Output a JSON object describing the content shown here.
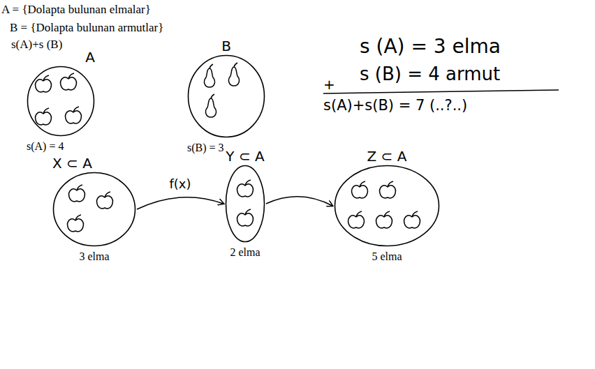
{
  "diagram": {
    "nodes": [
      {
        "text": [
          "A",
          "s(A) = 4"
        ]
      },
      {
        "text": [
          "B",
          "s(B) = 3"
        ]
      },
      {
        "text": [
          "X ⊂ A",
          "3 elma"
        ]
      },
      {
        "text": [
          "Y ⊂ A",
          "2 elma"
        ]
      },
      {
        "text": [
          "Z ⊂ A",
          "5 elma"
        ]
      }
    ],
    "edges": [
      {
        "from": 2,
        "to": 3,
        "arrow": "to",
        "label": "f(x)"
      },
      {
        "from": 3,
        "to": 4,
        "arrow": "to"
      }
    ],
    "labels": [
      "A = {Dolapta bulunan elmalar}",
      "B = {Dolapta bulunan armutlar}",
      "s(A)+s (B)",
      "s (A) = 3 elma",
      "s (B) = 4 armut",
      "+",
      "s(A)+s(B) = 7 (..?..)"
    ]
  }
}
